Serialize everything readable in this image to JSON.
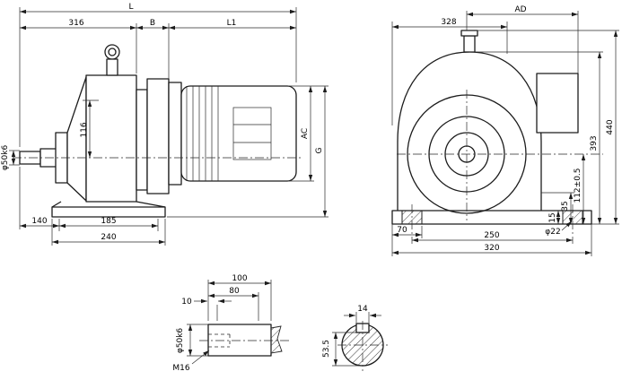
{
  "meta": {
    "type": "technical-dimension-drawing",
    "subject": "helical gear reducer with motor, three views plus shaft details"
  },
  "side_view": {
    "L": "L",
    "d316": "316",
    "B": "B",
    "L1": "L1",
    "d116": "116",
    "shaft_dia": "φ50k6",
    "AC": "AC",
    "G": "G",
    "d140": "140",
    "d185": "185",
    "d240": "240"
  },
  "front_view": {
    "d328": "328",
    "AD": "AD",
    "d440": "440",
    "d393": "393",
    "d112": "112±0.5",
    "d35": "35",
    "d15": "15",
    "d70": "70",
    "d250": "250",
    "d320": "320",
    "bolt_hole_dia": "φ22"
  },
  "shaft_detail": {
    "d100": "100",
    "d80": "80",
    "d10": "10",
    "shaft_dia": "φ50k6",
    "thread": "M16"
  },
  "key_section": {
    "key_width": "14",
    "d53_5": "53.5"
  }
}
